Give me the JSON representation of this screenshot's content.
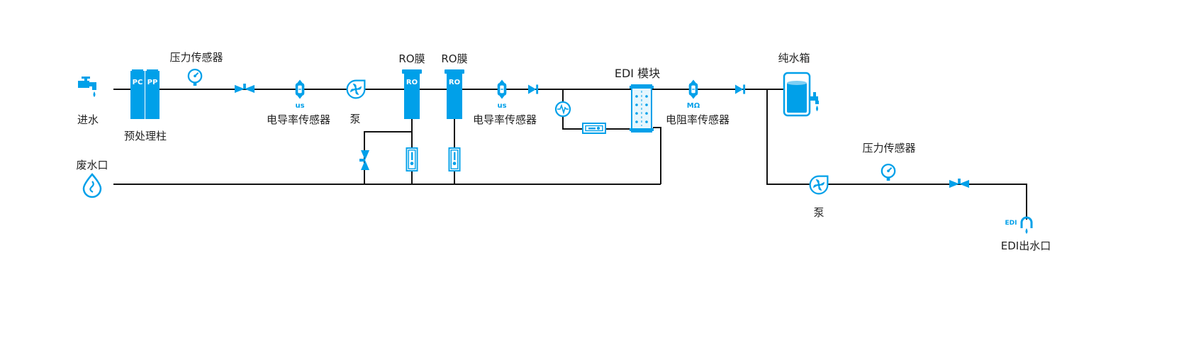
{
  "colors": {
    "accent": "#00a0e9",
    "line": "#111111",
    "text": "#222222"
  },
  "labels": {
    "inlet": "进水",
    "drain": "废水口",
    "pretreat": "预处理柱",
    "pressure_sensor_1": "压力传感器",
    "conductivity_1": "电导率传感器",
    "pump_1": "泵",
    "ro_1": "RO膜",
    "ro_2": "RO膜",
    "conductivity_2": "电导率传感器",
    "edi_module": "EDI 模块",
    "resistivity": "电阻率传感器",
    "pure_tank": "纯水箱",
    "pressure_sensor_2": "压力传感器",
    "pump_2": "泵",
    "edi_outlet": "EDI出水口"
  },
  "tags": {
    "pc": "PC",
    "pp": "PP",
    "ro_1": "RO",
    "ro_2": "RO",
    "us_1": "us",
    "us_2": "us",
    "mohm": "MΩ",
    "edi": "EDI"
  },
  "icons": [
    "faucet-icon",
    "drain-drop-icon",
    "filter-column-icon",
    "pressure-gauge-icon",
    "valve-icon",
    "conductivity-sensor-icon",
    "pump-icon",
    "ro-membrane-icon",
    "check-valve-icon",
    "flowmeter-icon",
    "edi-module-icon",
    "resistivity-sensor-icon",
    "water-tank-icon",
    "outlet-tap-icon"
  ]
}
